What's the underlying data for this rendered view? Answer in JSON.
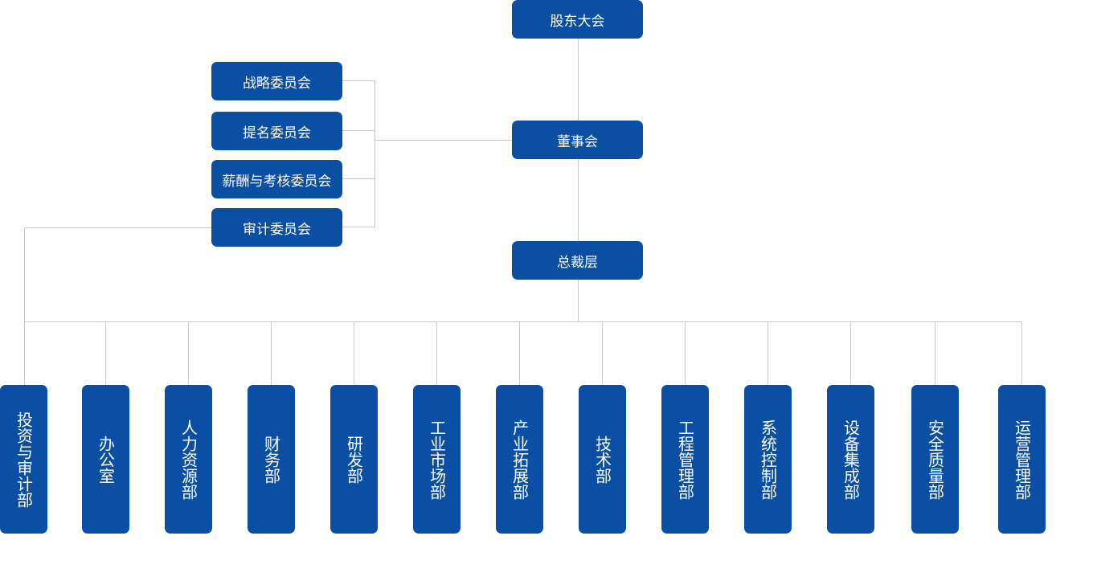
{
  "org_chart": {
    "top": {
      "shareholders": "股东大会",
      "board": "董事会",
      "executives": "总裁层"
    },
    "committees": [
      "战略委员会",
      "提名委员会",
      "薪酬与考核委员会",
      "审计委员会"
    ],
    "departments": [
      "投资与审计部",
      "办公室",
      "人力资源部",
      "财务部",
      "研发部",
      "工业市场部",
      "产业拓展部",
      "技术部",
      "工程管理部",
      "系统控制部",
      "设备集成部",
      "安全质量部",
      "运营管理部"
    ]
  },
  "colors": {
    "node_fill": "#0a4fa3",
    "node_text": "#ffffff",
    "connector": "#c8c8c8"
  }
}
